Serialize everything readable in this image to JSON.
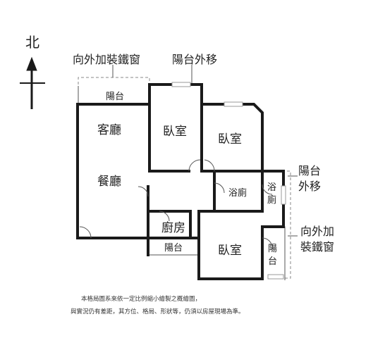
{
  "compass": {
    "label": "北"
  },
  "annotations": {
    "iron_window_top": "向外加裝鐵窗",
    "balcony_out_top": "陽台外移",
    "balcony_out_right": [
      "陽台",
      "外移"
    ],
    "iron_window_right": [
      "向外加",
      "裝鐵窗"
    ]
  },
  "rooms": {
    "balcony_north": "陽台",
    "living": "客廳",
    "dining": "餐廳",
    "bedroom_1": "臥室",
    "bedroom_2": "臥室",
    "bathroom_1": "浴廁",
    "bathroom_2": [
      "浴",
      "廁"
    ],
    "kitchen": "廚房",
    "balcony_south": "陽台",
    "bedroom_3": "臥室",
    "balcony_east": [
      "陽",
      "台"
    ]
  },
  "disclaimer": {
    "line1": "本格局圖系來依一定比例縮小繪製之概繪圖，",
    "line2": "與實況仍有差距，其方位、格局、形狀等，仍須以房屋現場為準。"
  },
  "colors": {
    "wall": "#1a1a1a",
    "thin_line": "#555555",
    "dashed": "#888888",
    "window": "#9a9a9a"
  }
}
